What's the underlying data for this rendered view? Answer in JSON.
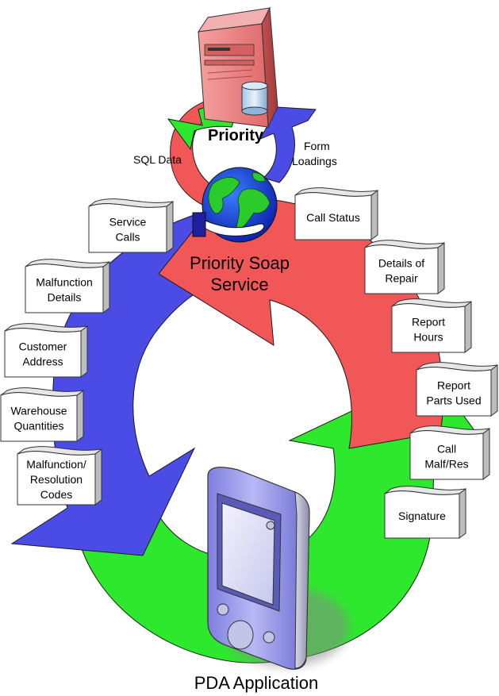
{
  "server_label": "Priority",
  "sql_label": "SQL Data",
  "form_label": [
    "Form",
    "Loadings"
  ],
  "soap_label": [
    "Priority Soap",
    "Service"
  ],
  "pda_label": "PDA Application",
  "left_cards": [
    [
      "Service",
      "Calls"
    ],
    [
      "Malfunction",
      "Details"
    ],
    [
      "Customer",
      "Address"
    ],
    [
      "Warehouse",
      "Quantities"
    ],
    [
      "Malfunction/",
      "Resolution",
      "Codes"
    ]
  ],
  "right_cards": [
    [
      "Call Status"
    ],
    [
      "Details of",
      "Repair"
    ],
    [
      "Report",
      "Hours"
    ],
    [
      "Report",
      "Parts Used"
    ],
    [
      "Call",
      "Malf/Res"
    ],
    [
      "Signature"
    ]
  ],
  "colors": {
    "red_arrow": "#F25757",
    "blue_arrow": "#4B4BE6",
    "green_arrow": "#2EE82E",
    "server": "#E87C7C",
    "pda_body": "#9E9EF0",
    "pda_screen": "#DADAF6"
  },
  "icons": [
    "server-icon",
    "database-icon",
    "globe-icon",
    "hand-icon",
    "pda-icon"
  ]
}
